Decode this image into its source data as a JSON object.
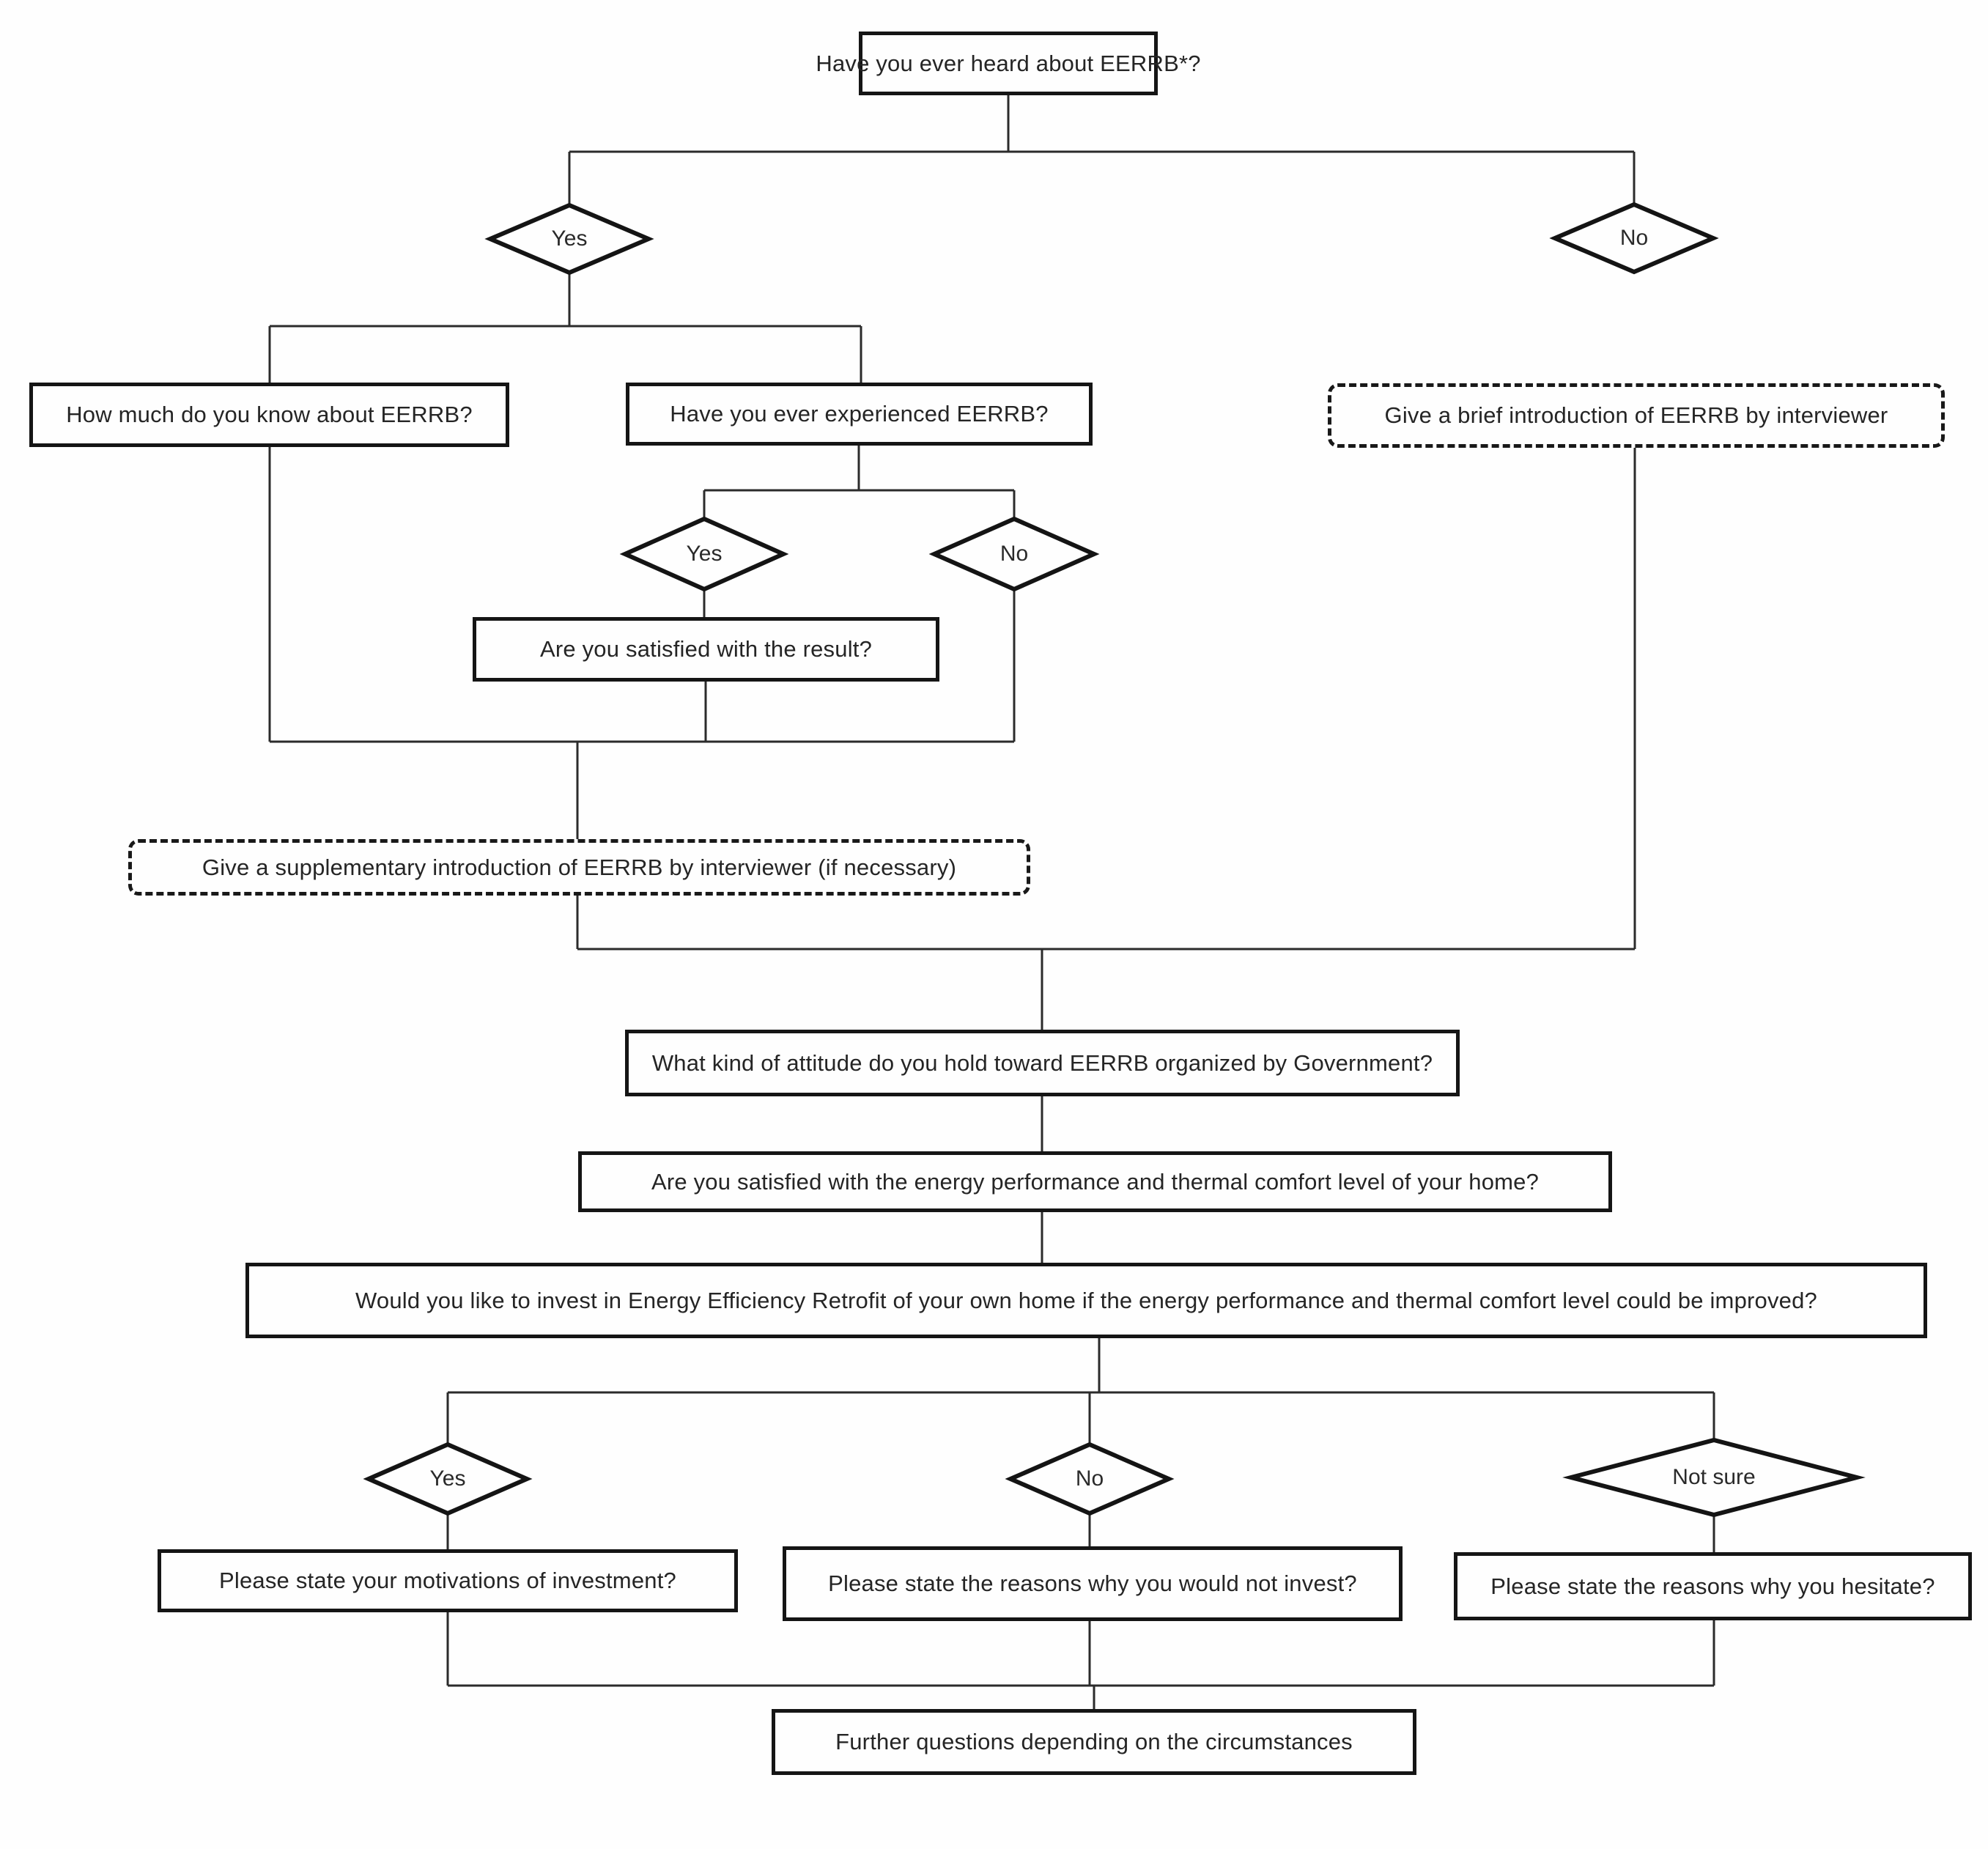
{
  "flowchart": {
    "nodes": {
      "q_heard": {
        "label": "Have you ever heard about EERRB*?"
      },
      "d_heard_yes": {
        "label": "Yes"
      },
      "d_heard_no": {
        "label": "No"
      },
      "q_know": {
        "label": "How much do you know about EERRB?"
      },
      "q_experienced": {
        "label": "Have you ever experienced EERRB?"
      },
      "intro_brief": {
        "label": "Give a brief introduction of EERRB by interviewer"
      },
      "d_exp_yes": {
        "label": "Yes"
      },
      "d_exp_no": {
        "label": "No"
      },
      "q_satisfied_result": {
        "label": "Are you satisfied with the result?"
      },
      "intro_supplementary": {
        "label": "Give a supplementary introduction of EERRB by interviewer (if necessary)"
      },
      "q_attitude": {
        "label": "What kind of attitude do you hold toward EERRB organized by Government?"
      },
      "q_satisfied_home": {
        "label": "Are you satisfied with the energy performance and thermal comfort level of your home?"
      },
      "q_invest": {
        "label": "Would you like to invest in Energy Efficiency Retrofit of your own home if the energy performance and thermal comfort level could be improved?"
      },
      "d_invest_yes": {
        "label": "Yes"
      },
      "d_invest_no": {
        "label": "No"
      },
      "d_invest_notsure": {
        "label": "Not sure"
      },
      "q_motivations": {
        "label": "Please state your motivations of investment?"
      },
      "q_reasons_no": {
        "label": "Please state the reasons why you would not invest?"
      },
      "q_reasons_hesitate": {
        "label": "Please state the reasons why you hesitate?"
      },
      "q_further": {
        "label": "Further questions depending on the circumstances"
      }
    },
    "colors": {
      "line": "#2b2b2b",
      "border": "#151515",
      "background": "#fefefe"
    }
  }
}
